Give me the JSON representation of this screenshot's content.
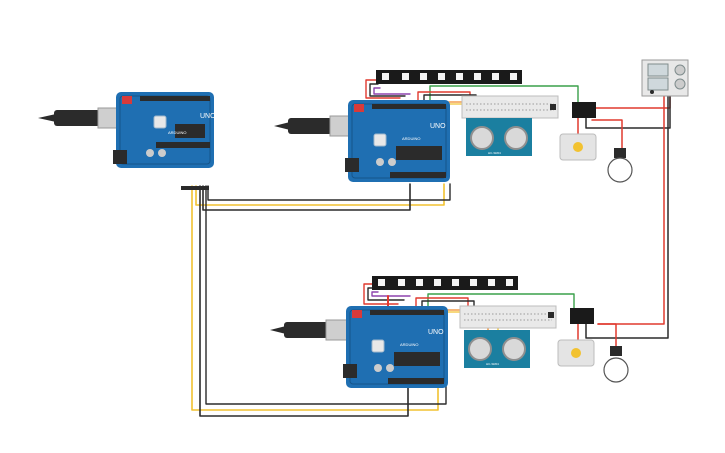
{
  "components": {
    "arduino_a": {
      "brand": "ARDUINO",
      "model": "UNO"
    },
    "arduino_b": {
      "brand": "ARDUINO",
      "model": "UNO"
    },
    "arduino_c": {
      "brand": "ARDUINO",
      "model": "UNO"
    },
    "ultrasonic_b": {
      "marking": "HC-SR04"
    },
    "ultrasonic_c": {
      "marking": "HC-SR04"
    }
  },
  "colors": {
    "board": "#1f6fb2",
    "board_dark": "#16558a",
    "wire_red": "#e03a2f",
    "wire_black": "#2b2b2b",
    "wire_yellow": "#f2c230",
    "wire_green": "#3aa04a",
    "wire_orange": "#f08a2a",
    "wire_purple": "#8e44ad",
    "strip": "#1a1a1a",
    "breadboard": "#e9e9e9",
    "sensor": "#1b7fa0"
  }
}
